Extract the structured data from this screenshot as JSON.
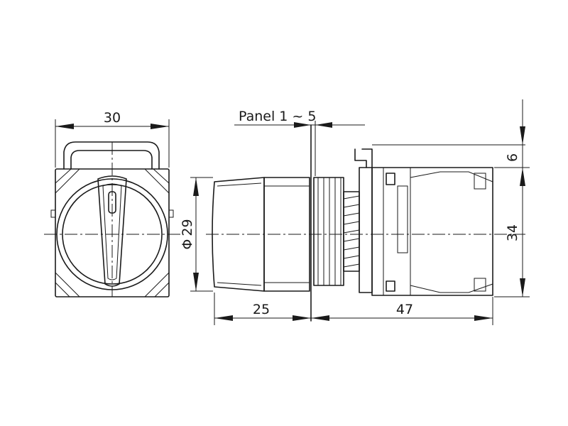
{
  "dimensions": {
    "width": "30",
    "panel": "Panel 1 ~ 5",
    "diameter": "29",
    "diameter_symbol": "Φ",
    "front_depth": "25",
    "body_depth": "47",
    "height": "34",
    "top_offset": "6"
  },
  "colors": {
    "line": "#1a1a1a",
    "background": "#ffffff"
  }
}
